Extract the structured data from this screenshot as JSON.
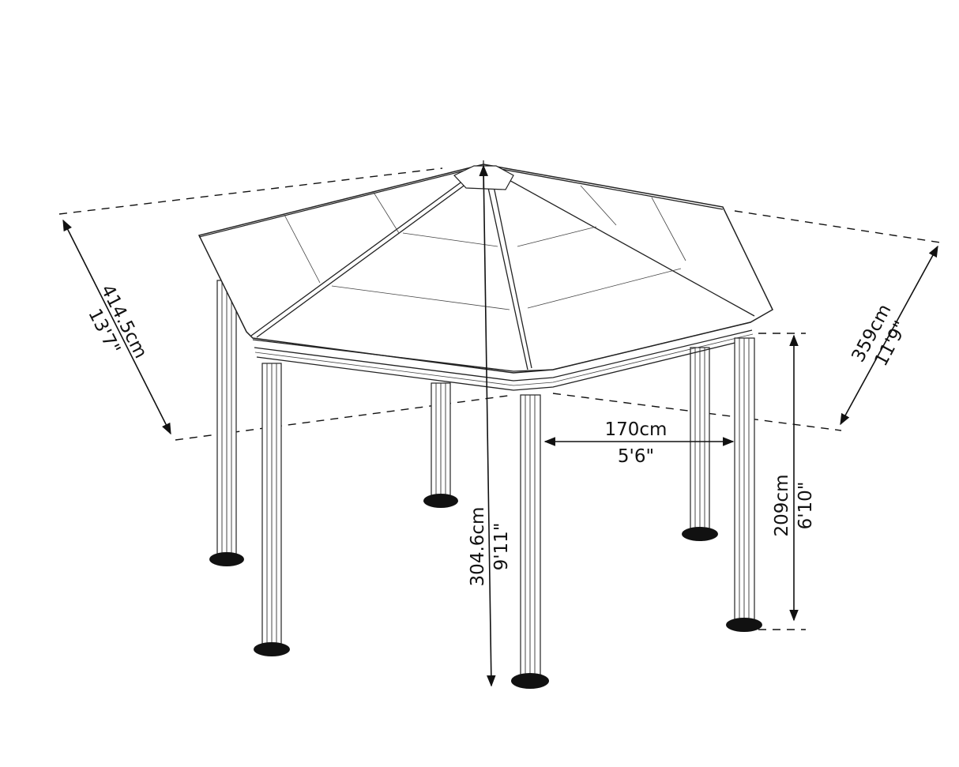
{
  "diagram": {
    "subject": "Hexagonal gazebo with polycarbonate roof and six fluted posts",
    "dimensions": {
      "diagonal_width": {
        "metric": "414.5cm",
        "imperial": "13'7\""
      },
      "flat_width": {
        "metric": "359cm",
        "imperial": "11'9\""
      },
      "side_length": {
        "metric": "170cm",
        "imperial": "5'6\""
      },
      "total_height": {
        "metric": "304.6cm",
        "imperial": "9'11\""
      },
      "post_height": {
        "metric": "209cm",
        "imperial": "6'10\""
      }
    },
    "colors": {
      "line": "#111111",
      "background": "#ffffff",
      "base": "#111111"
    }
  }
}
